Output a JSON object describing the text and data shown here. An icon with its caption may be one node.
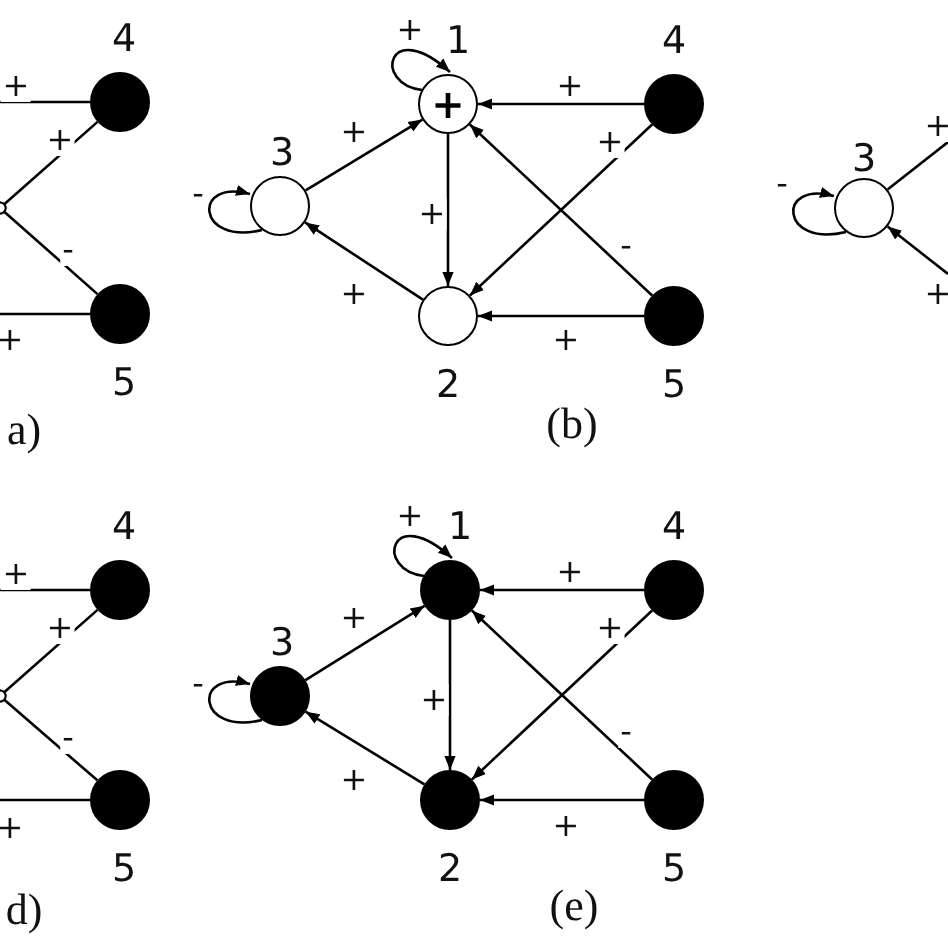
{
  "diagram": {
    "nodes": [
      {
        "text": [
          "4"
        ]
      },
      {
        "text": [
          "5"
        ]
      },
      {
        "text": [
          "1",
          "+"
        ]
      },
      {
        "text": [
          "2"
        ]
      },
      {
        "text": [
          "3"
        ]
      },
      {
        "text": [
          "4"
        ]
      },
      {
        "text": [
          "5"
        ]
      },
      {
        "text": [
          "3"
        ]
      },
      {
        "text": [
          "4"
        ]
      },
      {
        "text": [
          "5"
        ]
      },
      {
        "text": [
          "1"
        ]
      },
      {
        "text": [
          "2"
        ]
      },
      {
        "text": [
          "3"
        ]
      },
      {
        "text": [
          "4"
        ]
      },
      {
        "text": [
          "5"
        ]
      }
    ],
    "edges": [
      {
        "from": 0,
        "to": null,
        "arrow": "none",
        "label": "+"
      },
      {
        "from": 0,
        "to": null,
        "arrow": "other",
        "label": "+"
      },
      {
        "from": 1,
        "to": null,
        "arrow": "other",
        "label": "-"
      },
      {
        "from": 1,
        "to": null,
        "arrow": "none",
        "label": "+"
      },
      {
        "from": 2,
        "to": 2,
        "arrow": "to",
        "label": "+"
      },
      {
        "from": 4,
        "to": 4,
        "arrow": "to",
        "label": "-"
      },
      {
        "from": 4,
        "to": 2,
        "arrow": "to",
        "label": "+"
      },
      {
        "from": 5,
        "to": 2,
        "arrow": "to",
        "label": "+"
      },
      {
        "from": 2,
        "to": 3,
        "arrow": "to",
        "label": "+"
      },
      {
        "from": 5,
        "to": 3,
        "arrow": "to",
        "label": "+"
      },
      {
        "from": 6,
        "to": 2,
        "arrow": "to",
        "label": "-"
      },
      {
        "from": 6,
        "to": 3,
        "arrow": "to",
        "label": "+"
      },
      {
        "from": 3,
        "to": 4,
        "arrow": "to",
        "label": "+"
      },
      {
        "from": 7,
        "to": 7,
        "arrow": "to",
        "label": "-"
      },
      {
        "from": 7,
        "to": null,
        "arrow": "none",
        "label": "+"
      },
      {
        "from": null,
        "to": 7,
        "arrow": "to",
        "label": "+"
      },
      {
        "from": 8,
        "to": null,
        "arrow": "none",
        "label": "+"
      },
      {
        "from": 8,
        "to": null,
        "arrow": "other",
        "label": "+"
      },
      {
        "from": 9,
        "to": null,
        "arrow": "other",
        "label": "-"
      },
      {
        "from": 9,
        "to": null,
        "arrow": "none",
        "label": "+"
      },
      {
        "from": 10,
        "to": 10,
        "arrow": "to",
        "label": "+"
      },
      {
        "from": 12,
        "to": 12,
        "arrow": "to",
        "label": "-"
      },
      {
        "from": 12,
        "to": 10,
        "arrow": "to",
        "label": "+"
      },
      {
        "from": 13,
        "to": 10,
        "arrow": "to",
        "label": "+"
      },
      {
        "from": 10,
        "to": 11,
        "arrow": "to",
        "label": "+"
      },
      {
        "from": 13,
        "to": 11,
        "arrow": "to",
        "label": "+"
      },
      {
        "from": 14,
        "to": 10,
        "arrow": "to",
        "label": "-"
      },
      {
        "from": 14,
        "to": 11,
        "arrow": "to",
        "label": "+"
      },
      {
        "from": 11,
        "to": 12,
        "arrow": "to",
        "label": "+"
      }
    ],
    "labels": [
      "a)",
      "(b)",
      "d)",
      "(e)"
    ]
  }
}
